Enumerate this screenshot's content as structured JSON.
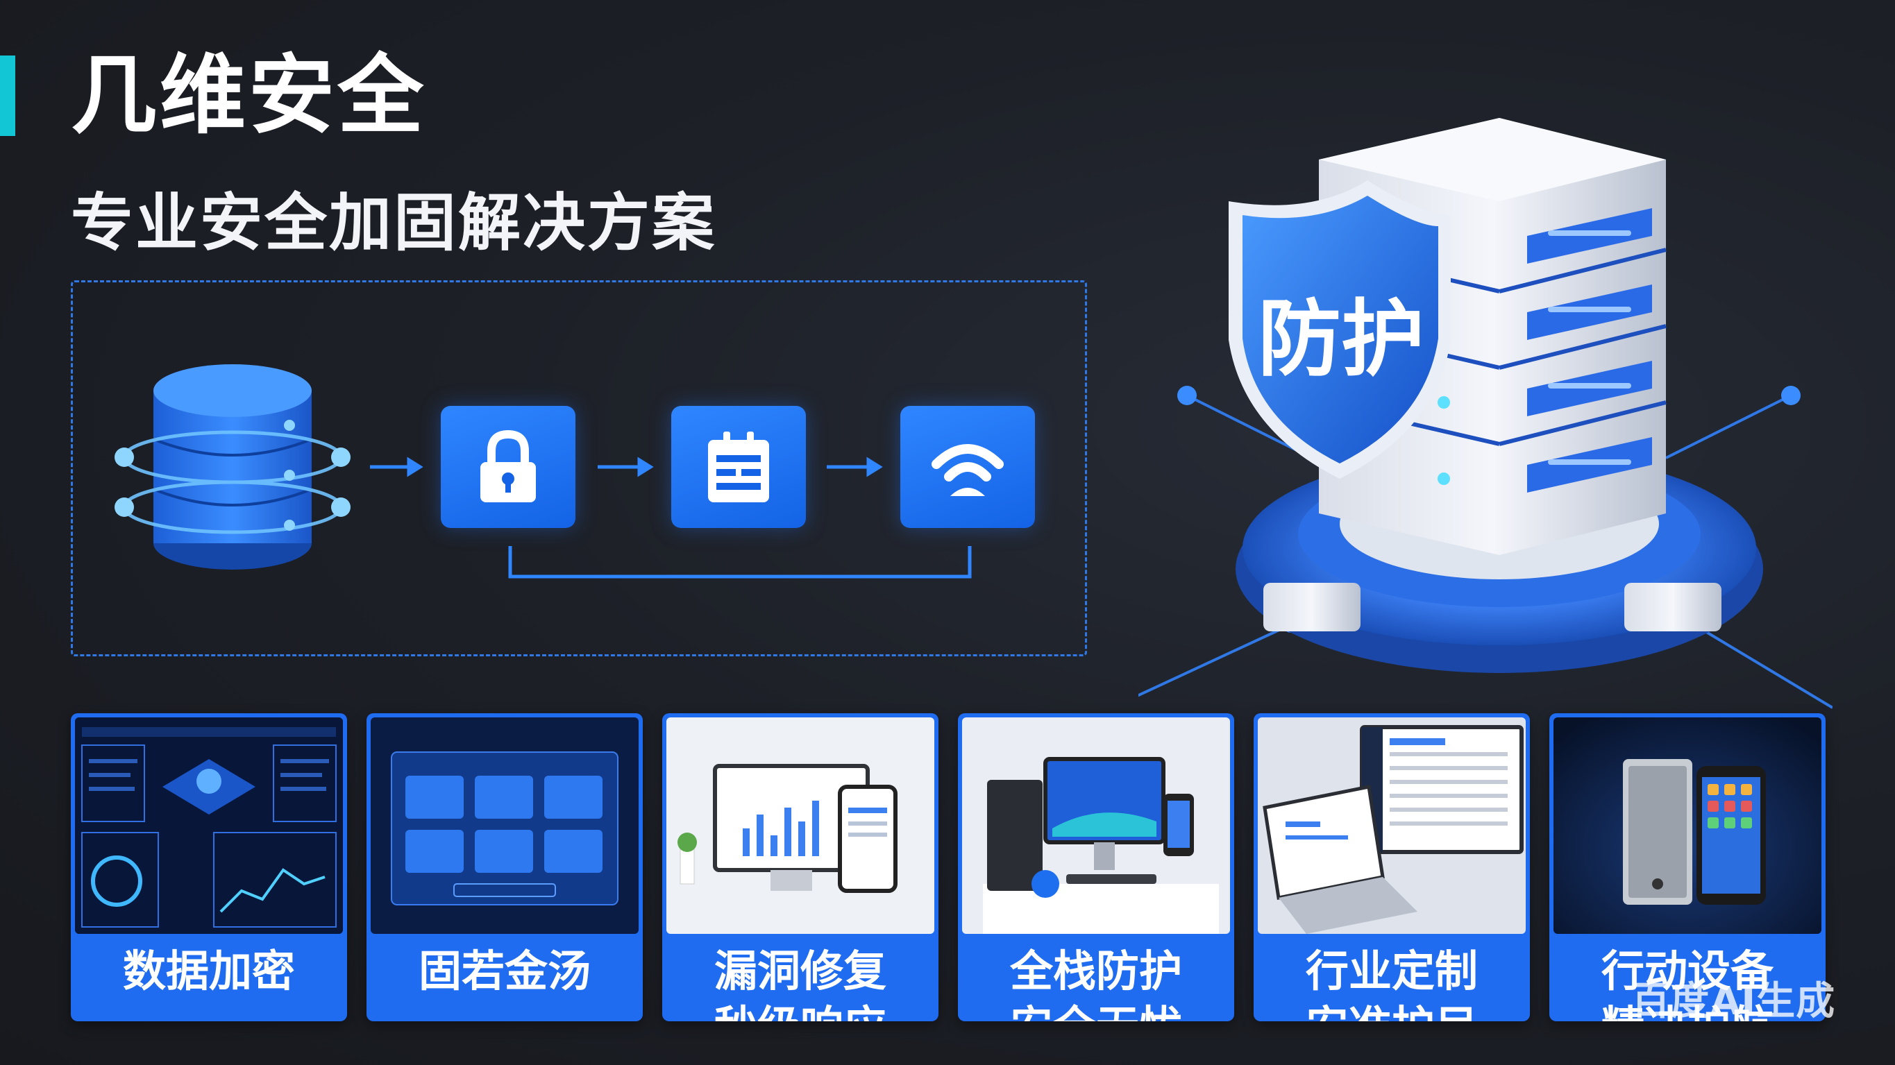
{
  "header": {
    "title": "几维安全",
    "subtitle": "专业安全加固解决方案"
  },
  "hero": {
    "shield_label": "防护"
  },
  "flow": {
    "steps": [
      {
        "icon": "database-icon"
      },
      {
        "icon": "lock-icon"
      },
      {
        "icon": "document-icon"
      },
      {
        "icon": "signal-icon"
      }
    ]
  },
  "cards": [
    {
      "line1": "数据加密",
      "line2": "",
      "image": "security-dashboard"
    },
    {
      "line1": "固若金汤",
      "line2": "",
      "image": "app-grid-screen"
    },
    {
      "line1": "漏洞修复",
      "line2": "秒级响应",
      "image": "desktop-and-phone"
    },
    {
      "line1": "全栈防护",
      "line2": "安全无忧",
      "image": "pc-tower-and-monitor"
    },
    {
      "line1": "行业定制",
      "line2": "安准护目",
      "image": "laptop-and-monitor"
    },
    {
      "line1": "行动设备",
      "line2": "精决护航",
      "image": "pc-and-smartphone"
    }
  ],
  "watermark": "百度AI生成",
  "colors": {
    "accent": "#12c6d6",
    "brand_blue": "#1f6cf0",
    "background": "#1b1d22"
  }
}
